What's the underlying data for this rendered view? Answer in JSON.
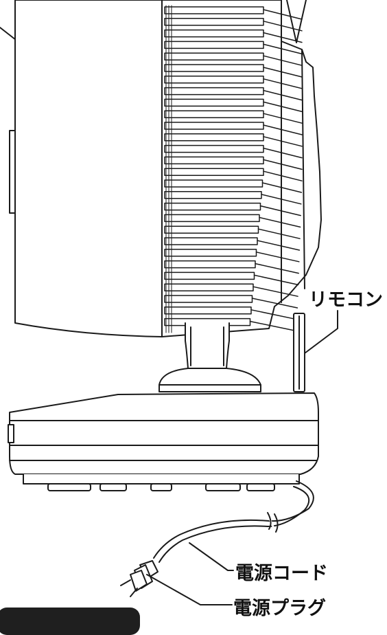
{
  "labels": {
    "remote": "リモコン",
    "power_cord": "電源コード",
    "power_plug": "電源プラグ"
  },
  "colors": {
    "line": "#1a1a1a",
    "background": "#ffffff",
    "tab": "#1f1f1f"
  }
}
